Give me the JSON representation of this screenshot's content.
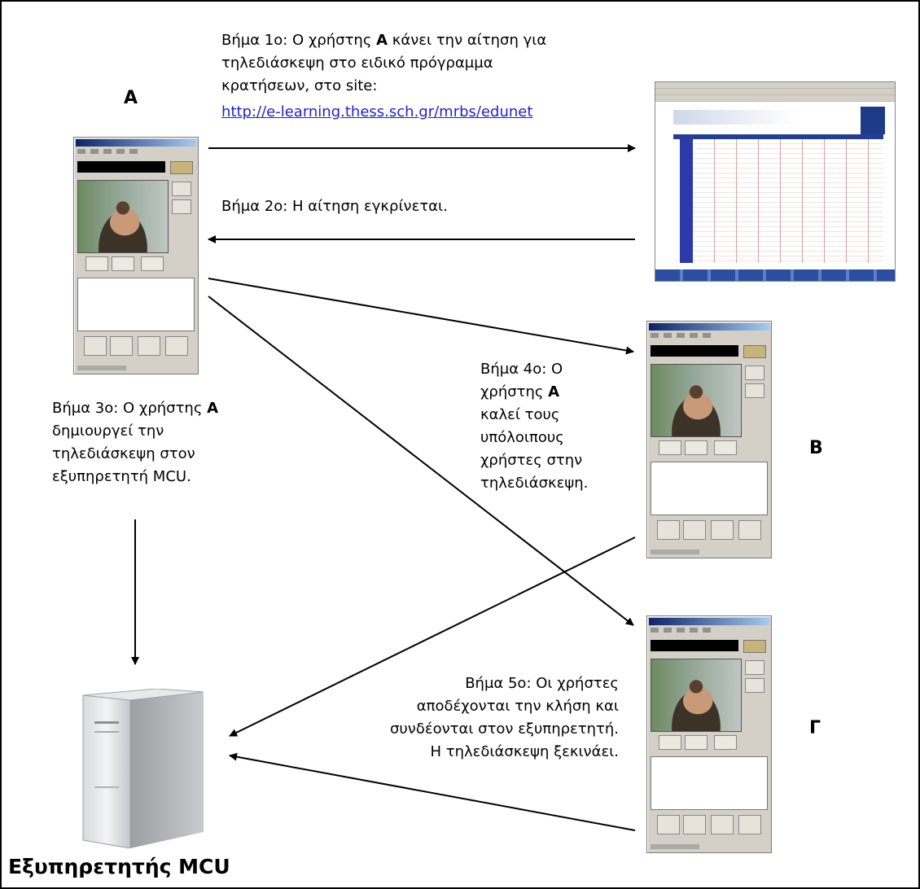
{
  "nodes": {
    "user_a": "A",
    "user_b": "B",
    "user_c": "Γ",
    "server": "Εξυπηρετητής MCU"
  },
  "steps": {
    "step1": {
      "line1_pre": "Βήμα 1ο: Ο χρήστης ",
      "line1_bold": "A",
      "line1_post": " κάνει την αίτηση για",
      "line2": "τηλεδιάσκεψη στο ειδικό πρόγραμμα",
      "line3": "κρατήσεων, στο site:",
      "link": "http://e-learning.thess.sch.gr/mrbs/edunet"
    },
    "step2": "Βήμα 2ο: Η αίτηση εγκρίνεται.",
    "step3": {
      "line1_pre": "Βήμα 3ο: Ο χρήστης ",
      "line1_bold": "A",
      "line2": "δημιουργεί την",
      "line3": "τηλεδιάσκεψη στον",
      "line4": "εξυπηρετητή MCU."
    },
    "step4": {
      "line1": "Βήμα 4ο: Ο",
      "line2_pre": "χρήστης ",
      "line2_bold": "A",
      "line3": "καλεί τους",
      "line4": "υπόλοιπους",
      "line5": "χρήστες στην",
      "line6": "τηλεδιάσκεψη."
    },
    "step5": {
      "line1": "Βήμα 5ο: Οι χρήστες",
      "line2": "αποδέχονται την κλήση και",
      "line3": "συνδέονται στον εξυπηρετητή.",
      "line4": "Η τηλεδιάσκεψη ξεκινάει."
    }
  },
  "colors": {
    "link": "#1f1fd6",
    "arrow": "#000000",
    "window_bg": "#d4d0c8"
  },
  "icons": {
    "server": "server-tower-icon",
    "client": "videoconference-client-window",
    "site": "booking-site-screenshot"
  }
}
